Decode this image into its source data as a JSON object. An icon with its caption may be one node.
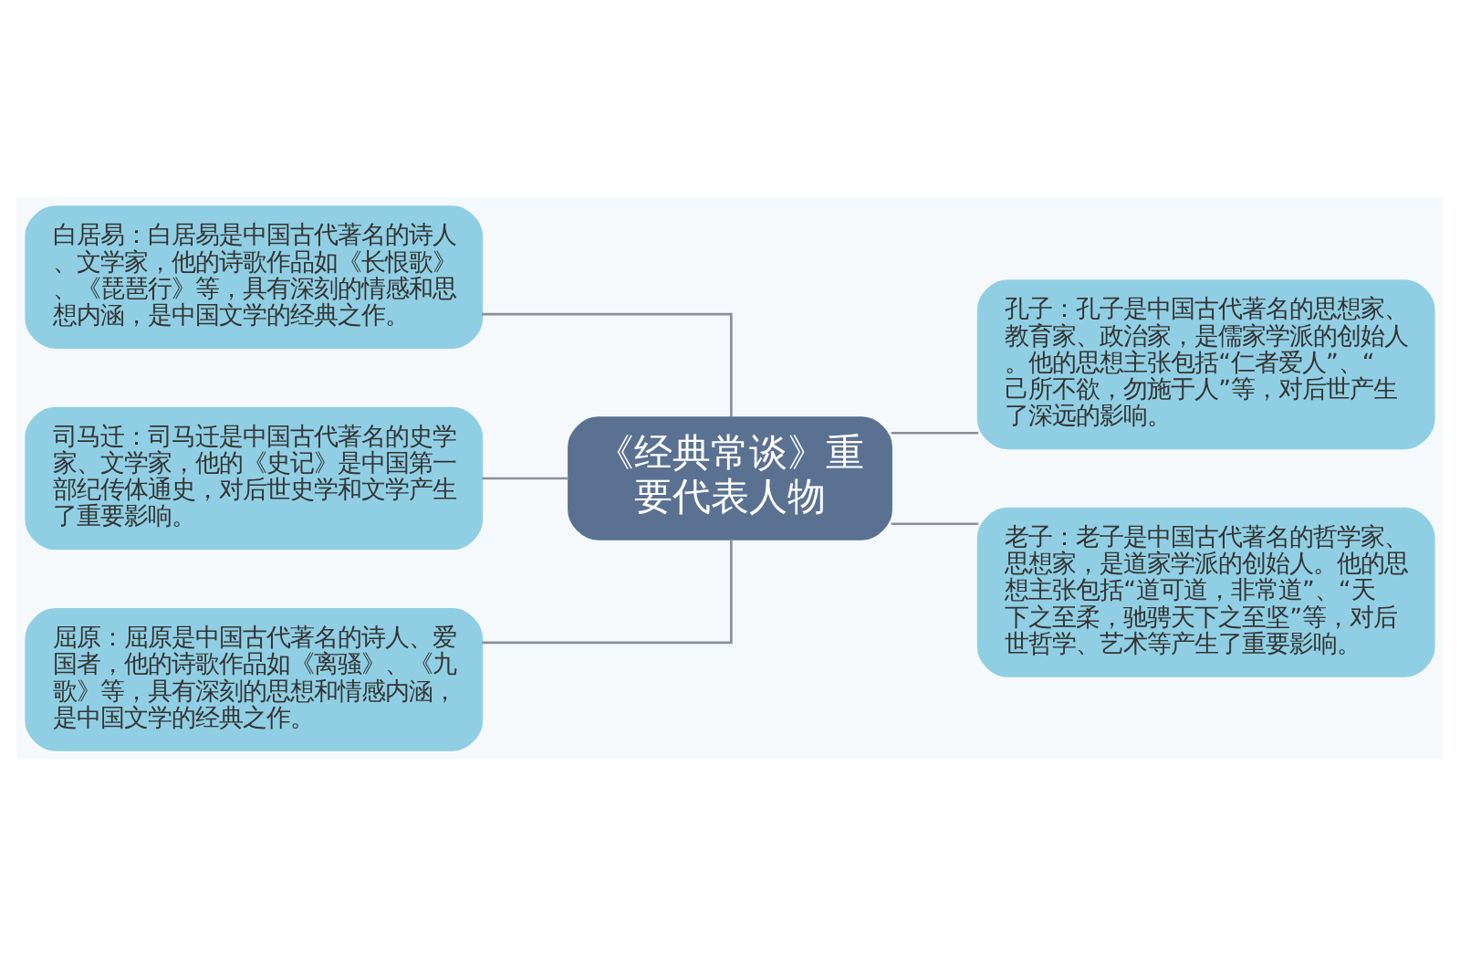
{
  "diagram": {
    "nodes": [
      {
        "text": [
          "《经典常谈》重要代表人物"
        ]
      },
      {
        "text": [
          "白居易：白居易是中国古代著名的诗人、文学家，他的诗歌作品如《长恨歌》、《琵琶行》等，具有深刻的情感和思想内涵，是中国文学的经典之作。"
        ]
      },
      {
        "text": [
          "司马迁：司马迁是中国古代著名的史学家、文学家，他的《史记》是中国第一部纪传体通史，对后世史学和文学产生了重要影响。"
        ]
      },
      {
        "text": [
          "屈原：屈原是中国古代著名的诗人、爱国者，他的诗歌作品如《离骚》、《九歌》等，具有深刻的思想和情感内涵，是中国文学的经典之作。"
        ]
      },
      {
        "text": [
          "孔子：孔子是中国古代著名的思想家、教育家、政治家，是儒家学派的创始人。他的思想主张包括“仁者爱人”、“己所不欲，勿施于人”等，对后世产生了深远的影响。"
        ]
      },
      {
        "text": [
          "老子：老子是中国古代著名的哲学家、思想家，是道家学派的创始人。他的思想主张包括“道可道，非常道”、“天下之至柔，驰骋天下之至坚”等，对后世哲学、艺术等产生了重要影响。"
        ]
      }
    ],
    "edges": [
      {
        "from": 0,
        "to": 1,
        "arrow": "none"
      },
      {
        "from": 0,
        "to": 2,
        "arrow": "none"
      },
      {
        "from": 0,
        "to": 3,
        "arrow": "none"
      },
      {
        "from": 0,
        "to": 4,
        "arrow": "none"
      },
      {
        "from": 0,
        "to": 5,
        "arrow": "none"
      }
    ]
  }
}
